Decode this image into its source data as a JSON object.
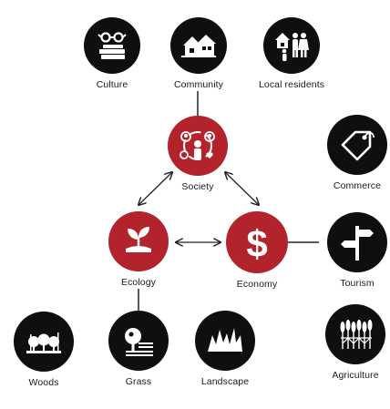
{
  "nodes": {
    "culture": {
      "label": "Culture",
      "icon": "books-glasses-icon"
    },
    "community": {
      "label": "Community",
      "icon": "houses-icon"
    },
    "local_residents": {
      "label": "Local residents",
      "icon": "family-house-icon"
    },
    "society": {
      "label": "Society",
      "icon": "people-cycle-icon"
    },
    "commerce": {
      "label": "Commerce",
      "icon": "price-tag-icon"
    },
    "ecology": {
      "label": "Ecology",
      "icon": "sprout-icon"
    },
    "economy": {
      "label": "Economy",
      "icon": "dollar-icon"
    },
    "tourism": {
      "label": "Tourism",
      "icon": "signpost-icon"
    },
    "woods": {
      "label": "Woods",
      "icon": "trees-icon"
    },
    "grass": {
      "label": "Grass",
      "icon": "grass-tree-icon"
    },
    "landscape": {
      "label": "Landscape",
      "icon": "grass-blades-icon"
    },
    "agriculture": {
      "label": "Agriculture",
      "icon": "wheat-icon"
    }
  },
  "colors": {
    "core": "#b2232b",
    "peripheral": "#0f0f0f",
    "line": "#222222"
  }
}
